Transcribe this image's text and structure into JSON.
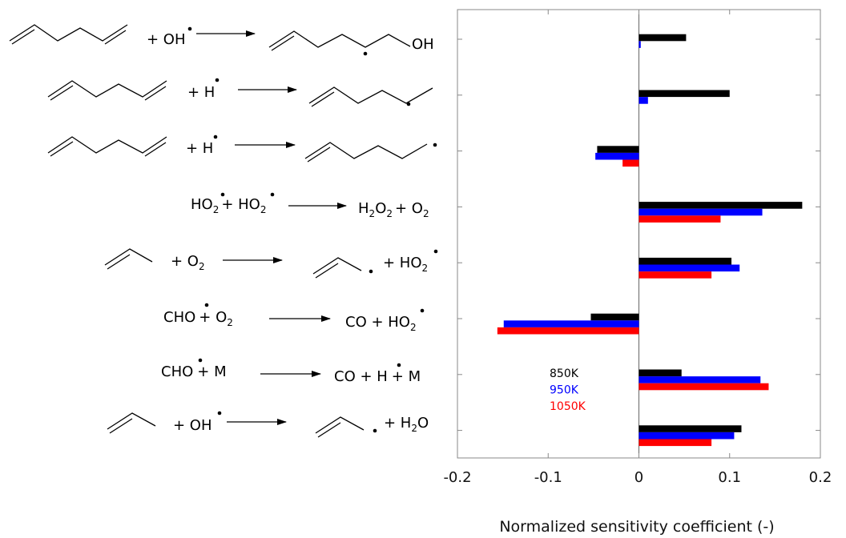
{
  "chart_data": {
    "type": "bar",
    "orientation": "horizontal",
    "xlabel": "Normalized sensitivity coefficient (-)",
    "xlim": [
      -0.2,
      0.2
    ],
    "xticks": [
      -0.2,
      -0.1,
      0,
      0.1,
      0.2
    ],
    "xtick_labels": [
      "-0.2",
      "-0.1",
      "0",
      "0.1",
      "0.2"
    ],
    "grid": false,
    "legend_placement": "lower-left",
    "categories": [
      "1,5-hexadiene + OH• → 1-hexen-5-yl-6-ol",
      "1,5-hexadiene + H• → 1-hexen-5-yl",
      "1,5-hexadiene + H• → 1-hexen-6-yl",
      "HO2• + HO2• → H2O2 + O2",
      "C3H6 + O2 → allyl + HO2•",
      "CHO• + O2 → CO + HO2•",
      "CHO• + M → CO + H• + M",
      "C3H6 + OH• → allyl + H2O"
    ],
    "series": [
      {
        "name": "850K",
        "color": "#000000",
        "values": [
          0.052,
          0.1,
          -0.046,
          0.18,
          0.102,
          -0.053,
          0.047,
          0.113
        ]
      },
      {
        "name": "950K",
        "color": "#0000ff",
        "values": [
          0.002,
          0.01,
          -0.048,
          0.136,
          0.111,
          -0.149,
          0.134,
          0.105
        ]
      },
      {
        "name": "1050K",
        "color": "#ff0000",
        "values": [
          0.0,
          0.0,
          -0.018,
          0.09,
          0.08,
          -0.156,
          0.143,
          0.08
        ]
      }
    ]
  },
  "reactions": [
    {
      "plus": "+ OH",
      "prodTail": "OH",
      "prodPlus": ""
    },
    {
      "plus": "+ H",
      "prodTail": "",
      "prodPlus": ""
    },
    {
      "plus": "+ H",
      "prodTail": "",
      "prodPlus": ""
    },
    {
      "plus": "",
      "prodTail": "",
      "prodPlus": ""
    },
    {
      "plus": "+ O",
      "prodTail": "",
      "prodPlus": "+ HO"
    },
    {
      "plus": "",
      "prodTail": "",
      "prodPlus": ""
    },
    {
      "plus": "",
      "prodTail": "",
      "prodPlus": ""
    },
    {
      "plus": "+ OH",
      "prodTail": "",
      "prodPlus": "+ H"
    }
  ],
  "formula_text": {
    "ho2_a": "HO",
    "ho2_plus": "+ HO",
    "h2o2": "H",
    "h2o2_mid": "O",
    "h2o2_plus": "+ O",
    "cho_a": "CHO",
    "cho_plus_o2": "+ O",
    "co_ho2": "CO + HO",
    "cho_b": "CHO",
    "cho_plus_m": "+ M",
    "co_h": "CO + H",
    "plus_m": "+ M",
    "sub2": "2",
    "h2o_o": "O"
  }
}
